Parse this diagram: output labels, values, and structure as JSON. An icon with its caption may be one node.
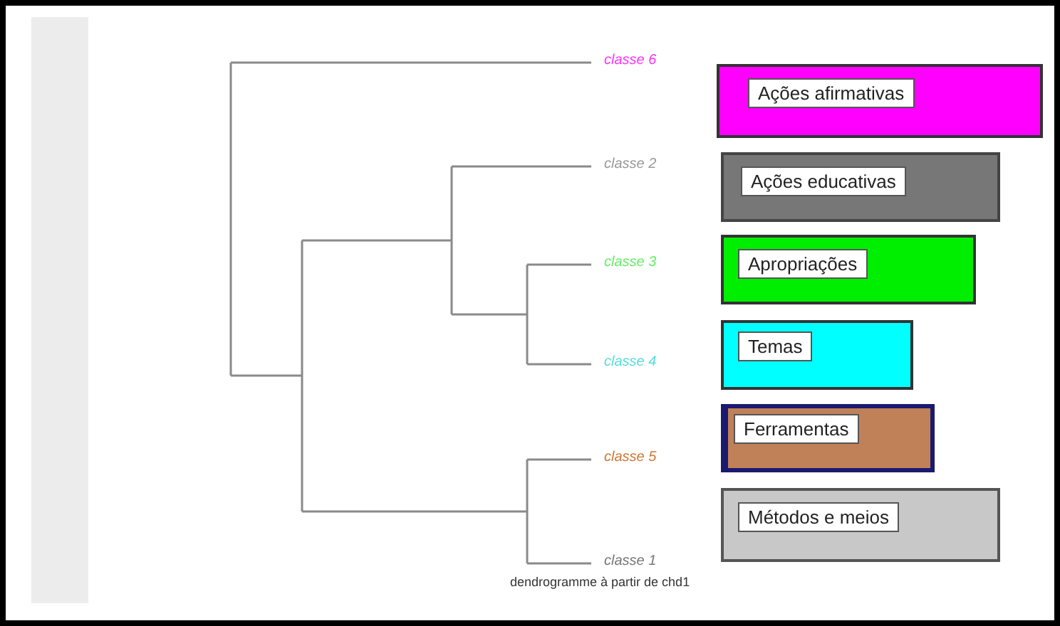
{
  "diagram": {
    "caption": "dendrogramme à partir de chd1",
    "nodes": [
      {
        "text": [
          "classe 6"
        ]
      },
      {
        "text": [
          "classe 2"
        ]
      },
      {
        "text": [
          "classe 3"
        ]
      },
      {
        "text": [
          "classe 4"
        ]
      },
      {
        "text": [
          "classe 5"
        ]
      },
      {
        "text": [
          "classe 1"
        ]
      },
      {
        "text": [
          "Ações afirmativas"
        ]
      },
      {
        "text": [
          "Ações educativas"
        ]
      },
      {
        "text": [
          "Apropriações"
        ]
      },
      {
        "text": [
          "Temas"
        ]
      },
      {
        "text": [
          "Ferramentas"
        ]
      },
      {
        "text": [
          "Métodos e meios"
        ]
      }
    ]
  }
}
